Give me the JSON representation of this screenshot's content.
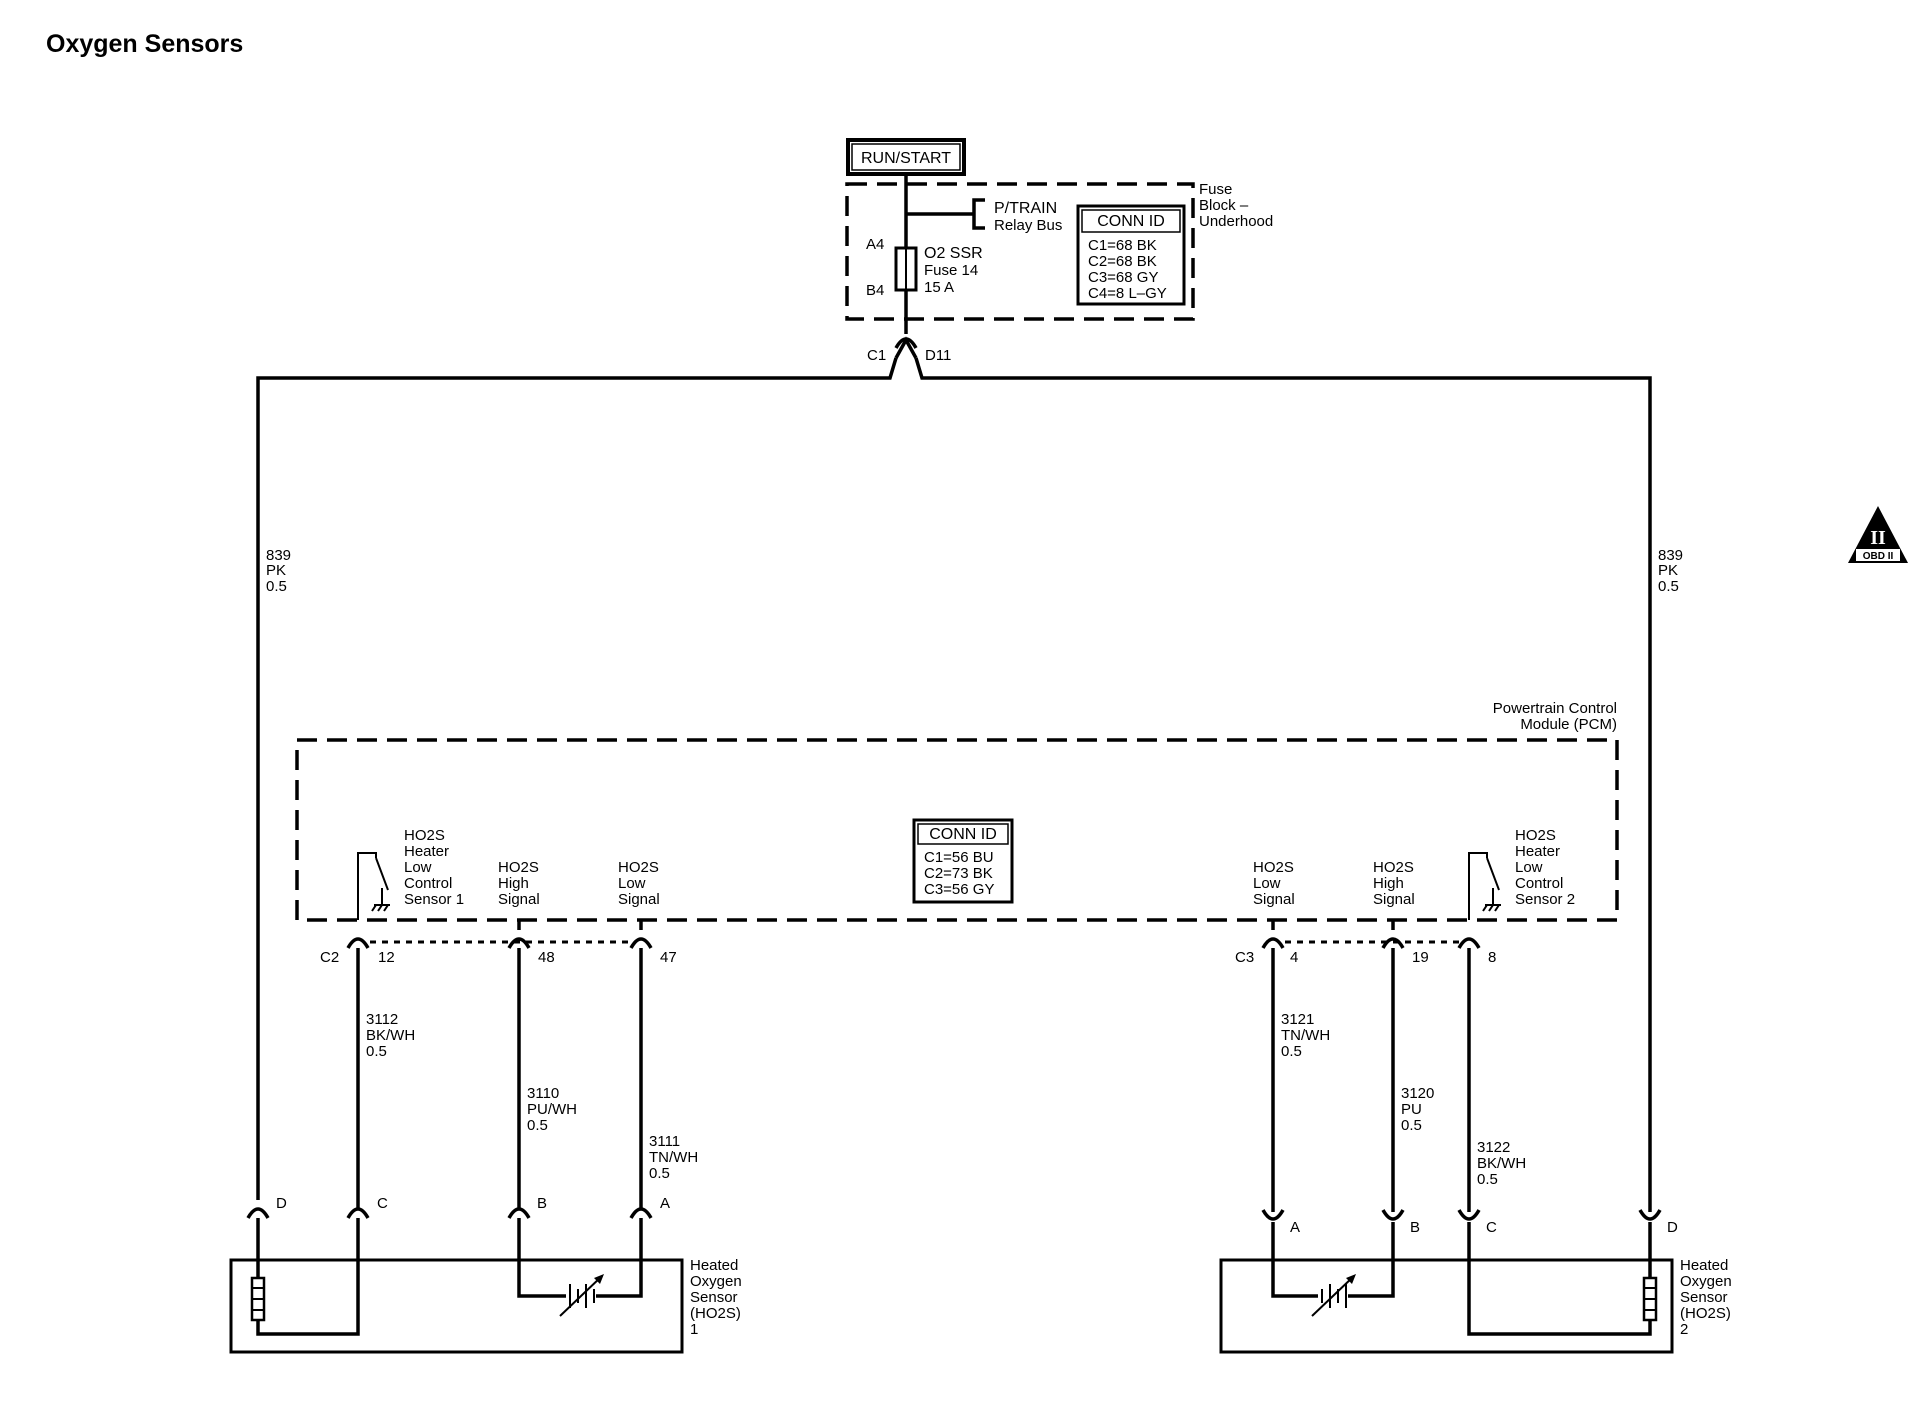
{
  "title": "Oxygen Sensors",
  "power": {
    "label": "RUN/START"
  },
  "fuse_block": {
    "name": [
      "Fuse",
      "Block –",
      "Underhood"
    ],
    "bus": [
      "P/TRAIN",
      "Relay Bus"
    ],
    "pin_in": "A4",
    "pin_out": "B4",
    "fuse": [
      "O2 SSR",
      "Fuse 14",
      "15 A"
    ],
    "conn_title": "CONN ID",
    "conn": [
      "C1=68 BK",
      "C2=68 BK",
      "C3=68 GY",
      "C4=8 L–GY"
    ],
    "out_conn": "C1",
    "out_pin": "D11"
  },
  "wire_839": [
    "839",
    "PK",
    "0.5"
  ],
  "pcm": {
    "name": [
      "Powertrain Control",
      "Module (PCM)"
    ],
    "conn_title": "CONN ID",
    "conn": [
      "C1=56 BU",
      "C2=73 BK",
      "C3=56 GY"
    ],
    "left": {
      "conn": "C2",
      "heater": [
        "HO2S",
        "Heater",
        "Low",
        "Control",
        "Sensor 1"
      ],
      "high": [
        "HO2S",
        "High",
        "Signal"
      ],
      "low": [
        "HO2S",
        "Low",
        "Signal"
      ],
      "pins": [
        "12",
        "48",
        "47"
      ]
    },
    "right": {
      "conn": "C3",
      "low": [
        "HO2S",
        "Low",
        "Signal"
      ],
      "high": [
        "HO2S",
        "High",
        "Signal"
      ],
      "heater": [
        "HO2S",
        "Heater",
        "Low",
        "Control",
        "Sensor 2"
      ],
      "pins": [
        "4",
        "19",
        "8"
      ]
    }
  },
  "wires_left": {
    "w3112": [
      "3112",
      "BK/WH",
      "0.5"
    ],
    "w3110": [
      "3110",
      "PU/WH",
      "0.5"
    ],
    "w3111": [
      "3111",
      "TN/WH",
      "0.5"
    ]
  },
  "wires_right": {
    "w3121": [
      "3121",
      "TN/WH",
      "0.5"
    ],
    "w3120": [
      "3120",
      "PU",
      "0.5"
    ],
    "w3122": [
      "3122",
      "BK/WH",
      "0.5"
    ]
  },
  "sensor1": {
    "pins": [
      "D",
      "C",
      "B",
      "A"
    ],
    "name": [
      "Heated",
      "Oxygen",
      "Sensor",
      "(HO2S)",
      "1"
    ]
  },
  "sensor2": {
    "pins": [
      "A",
      "B",
      "C",
      "D"
    ],
    "name": [
      "Heated",
      "Oxygen",
      "Sensor",
      "(HO2S)",
      "2"
    ]
  },
  "obd_badge": {
    "roman": "II",
    "text": "OBD II"
  }
}
